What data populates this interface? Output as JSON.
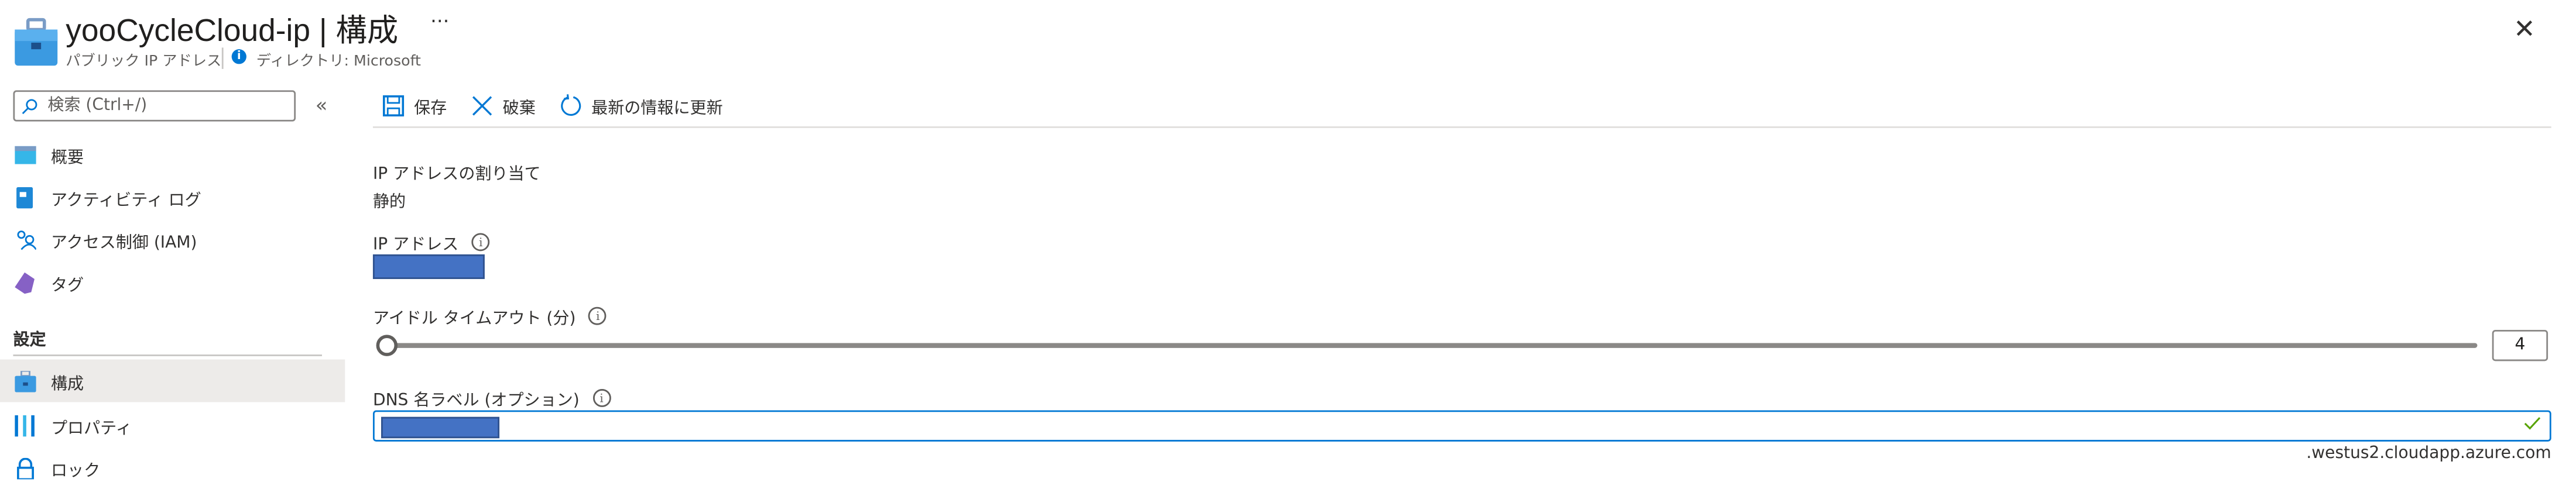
{
  "header": {
    "title": "yooCycleCloud-ip | 構成",
    "more_label": "···",
    "resource_type": "パブリック IP アドレス",
    "directory": "ディレクトリ: Microsoft",
    "close_label": "✕"
  },
  "sidebar": {
    "search_placeholder": "検索 (Ctrl+/)",
    "collapse_label": "«",
    "items": [
      {
        "label": "概要",
        "icon": "overview-icon"
      },
      {
        "label": "アクティビティ ログ",
        "icon": "activity-log-icon"
      },
      {
        "label": "アクセス制御 (IAM)",
        "icon": "iam-icon"
      },
      {
        "label": "タグ",
        "icon": "tag-icon"
      }
    ],
    "section_label": "設定",
    "settings_items": [
      {
        "label": "構成",
        "icon": "configuration-icon",
        "selected": true
      },
      {
        "label": "プロパティ",
        "icon": "properties-icon"
      },
      {
        "label": "ロック",
        "icon": "lock-icon"
      }
    ]
  },
  "toolbar": {
    "save_label": "保存",
    "discard_label": "破棄",
    "refresh_label": "最新の情報に更新"
  },
  "form": {
    "assignment_label": "IP アドレスの割り当て",
    "assignment_value": "静的",
    "ip_label": "IP アドレス",
    "idle_label": "アイドル タイムアウト (分)",
    "idle_value": "4",
    "dns_label": "DNS 名ラベル (オプション)",
    "dns_suffix": ".westus2.cloudapp.azure.com"
  },
  "colors": {
    "accent": "#0078d4",
    "redaction": "#4472c4",
    "valid": "#57a300",
    "selected_bg": "#edebe9"
  }
}
